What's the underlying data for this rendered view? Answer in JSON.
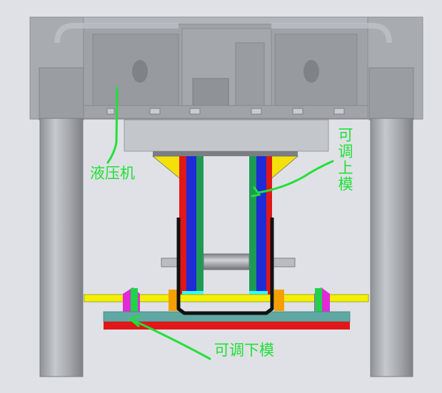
{
  "labels": {
    "hydraulic_press": "液压机",
    "adjustable_upper_die": "可调上模",
    "adjustable_lower_die": "可调下模"
  },
  "colors": {
    "background": "#dfe1e6",
    "frame_gray": "#a9acb1",
    "plate_gray": "#c2c5ca",
    "annotation_green": "#22e038",
    "die_red": "#e01818",
    "die_blue": "#1e2bd6",
    "die_green": "#1f9a55",
    "die_cyan": "#33ffff",
    "wedge_yellow": "#f5e10a",
    "rod_yellow": "#f4f000",
    "bracket_magenta": "#e02bd6",
    "block_orange": "#f5a000",
    "base_teal": "#5fa7a3",
    "workpiece_black": "#111111"
  }
}
